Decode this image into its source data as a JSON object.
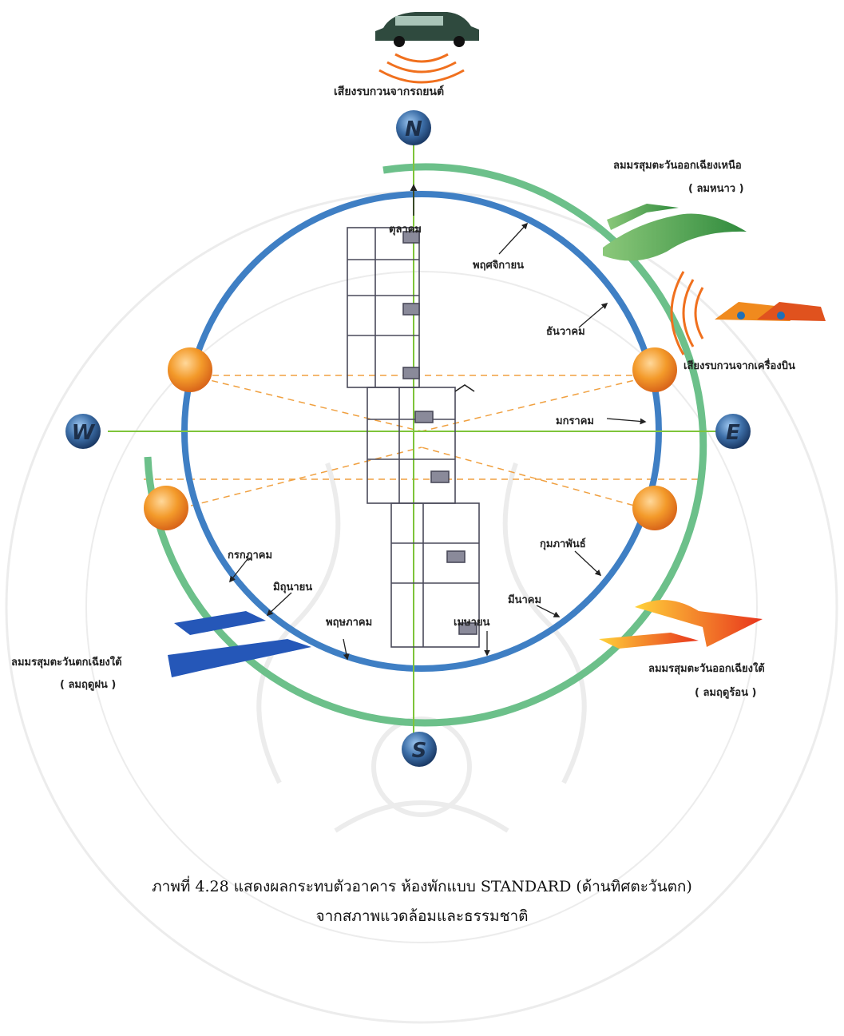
{
  "compass": {
    "north": "N",
    "south": "S",
    "east": "E",
    "west": "W"
  },
  "months": {
    "libra": "ตุลาคม",
    "scorpio": "พฤศจิกายน",
    "sagittarius": "ธันวาคม",
    "capricorn": "มกราคม",
    "aquarius": "กุมภาพันธ์",
    "pisces": "มีนาคม",
    "aries": "เมษายน",
    "taurus": "พฤษภาคม",
    "gemini": "มิถุนายน",
    "cancer": "กรกฎาคม"
  },
  "annotations": {
    "car_noise": "เสียงรบกวนจากรถยนต์",
    "plane_noise": "เสียงรบกวนจากเครื่องบิน",
    "ne_monsoon": "ลมมรสุมตะวันออกเฉียงเหนือ",
    "ne_monsoon_note": "( ลมหนาว )",
    "sw_monsoon": "ลมมรสุมตะวันตกเฉียงใต้",
    "sw_monsoon_note": "( ลมฤดูฝน )",
    "se_monsoon": "ลมมรสุมตะวันออกเฉียงใต้",
    "se_monsoon_note": "( ลมฤดูร้อน )"
  },
  "caption": {
    "line1": "ภาพที่ 4.28 แสดงผลกระทบตัวอาคาร ห้องพักแบบ STANDARD  (ด้านทิศตะวันตก)",
    "line2": "จากสภาพแวดล้อมและธรรมชาติ"
  },
  "colors": {
    "outer_arc": "#6cc08a",
    "inner_circle": "#3f7fc4",
    "axis": "#7ec43a",
    "sun": "#f08a1e",
    "compass_ball": "#3d6fa8",
    "cold_wind": "#3f9a4a",
    "rain_wind": "#2557b8",
    "hot_wind": "#ef5a1e"
  }
}
